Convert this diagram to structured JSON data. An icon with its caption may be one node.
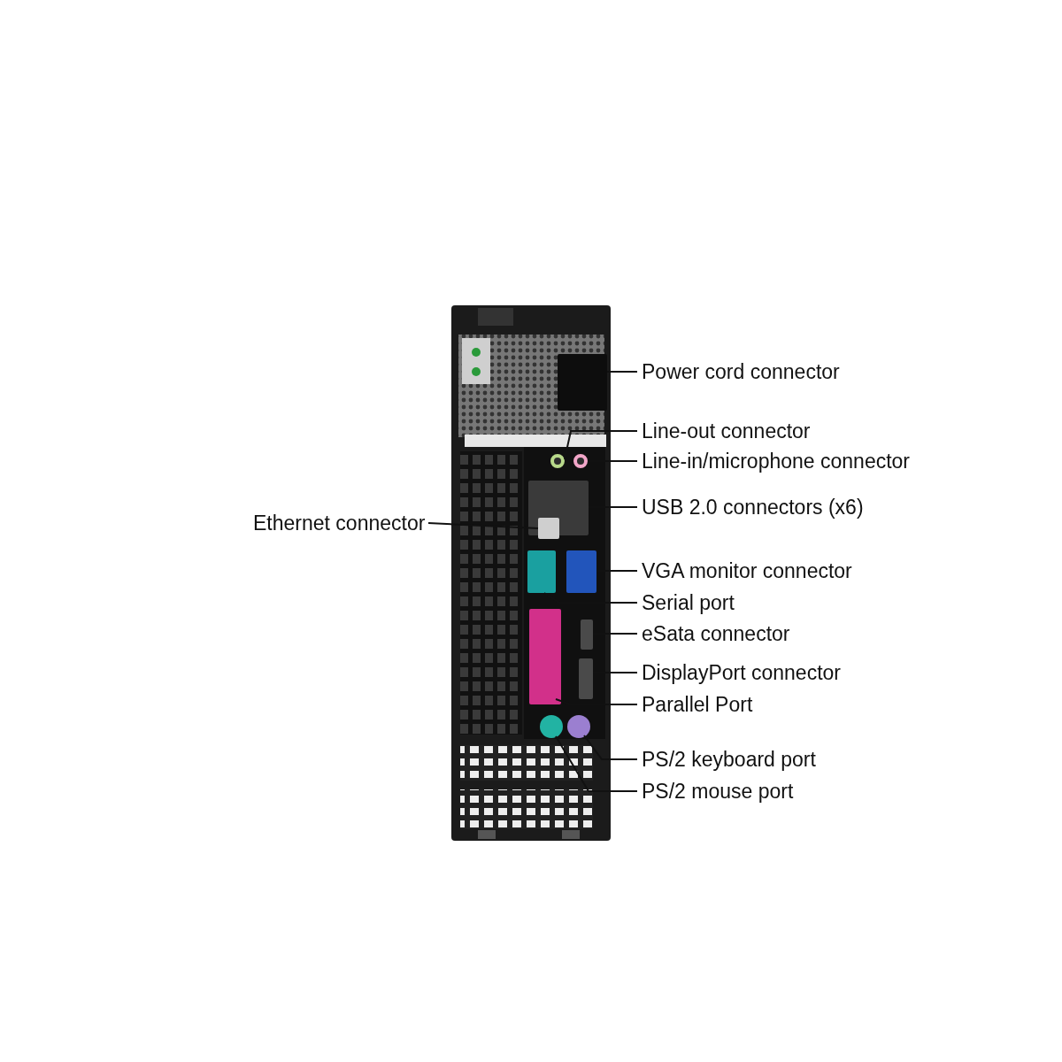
{
  "diagram": {
    "nodes": [
      {
        "text": [
          "Power cord connector"
        ]
      },
      {
        "text": [
          "Line-out connector"
        ]
      },
      {
        "text": [
          "Line-in/microphone connector"
        ]
      },
      {
        "text": [
          "USB 2.0 connectors (x6)"
        ]
      },
      {
        "text": [
          "Ethernet connector"
        ]
      },
      {
        "text": [
          "VGA monitor connector"
        ]
      },
      {
        "text": [
          "Serial port"
        ]
      },
      {
        "text": [
          "eSata connector"
        ]
      },
      {
        "text": [
          "DisplayPort connector"
        ]
      },
      {
        "text": [
          "Parallel Port"
        ]
      },
      {
        "text": [
          "PS/2 keyboard port"
        ]
      },
      {
        "text": [
          "PS/2 mouse port"
        ]
      },
      {
        "text": [],
        "shape": "box"
      },
      {
        "text": [],
        "shape": "circle"
      },
      {
        "text": [],
        "shape": "circle"
      },
      {
        "text": [],
        "shape": "box"
      },
      {
        "text": [],
        "shape": "box"
      },
      {
        "text": [],
        "shape": "box"
      },
      {
        "text": [],
        "shape": "box"
      },
      {
        "text": [],
        "shape": "box"
      },
      {
        "text": [],
        "shape": "box"
      },
      {
        "text": [],
        "shape": "box"
      },
      {
        "text": [],
        "shape": "circle"
      },
      {
        "text": [],
        "shape": "circle"
      }
    ],
    "edges": [
      {
        "from": 0,
        "to": 12,
        "arrow": "none"
      },
      {
        "from": 1,
        "to": 13,
        "arrow": "none"
      },
      {
        "from": 2,
        "to": 14,
        "arrow": "none"
      },
      {
        "from": 3,
        "to": 15,
        "arrow": "none"
      },
      {
        "from": 4,
        "to": 16,
        "arrow": "none"
      },
      {
        "from": 5,
        "to": 17,
        "arrow": "none"
      },
      {
        "from": 6,
        "to": 18,
        "arrow": "none"
      },
      {
        "from": 7,
        "to": 19,
        "arrow": "none"
      },
      {
        "from": 8,
        "to": 20,
        "arrow": "none"
      },
      {
        "from": 9,
        "to": 21,
        "arrow": "none"
      },
      {
        "from": 10,
        "to": 22,
        "arrow": "none"
      },
      {
        "from": 11,
        "to": 23,
        "arrow": "none"
      }
    ]
  }
}
